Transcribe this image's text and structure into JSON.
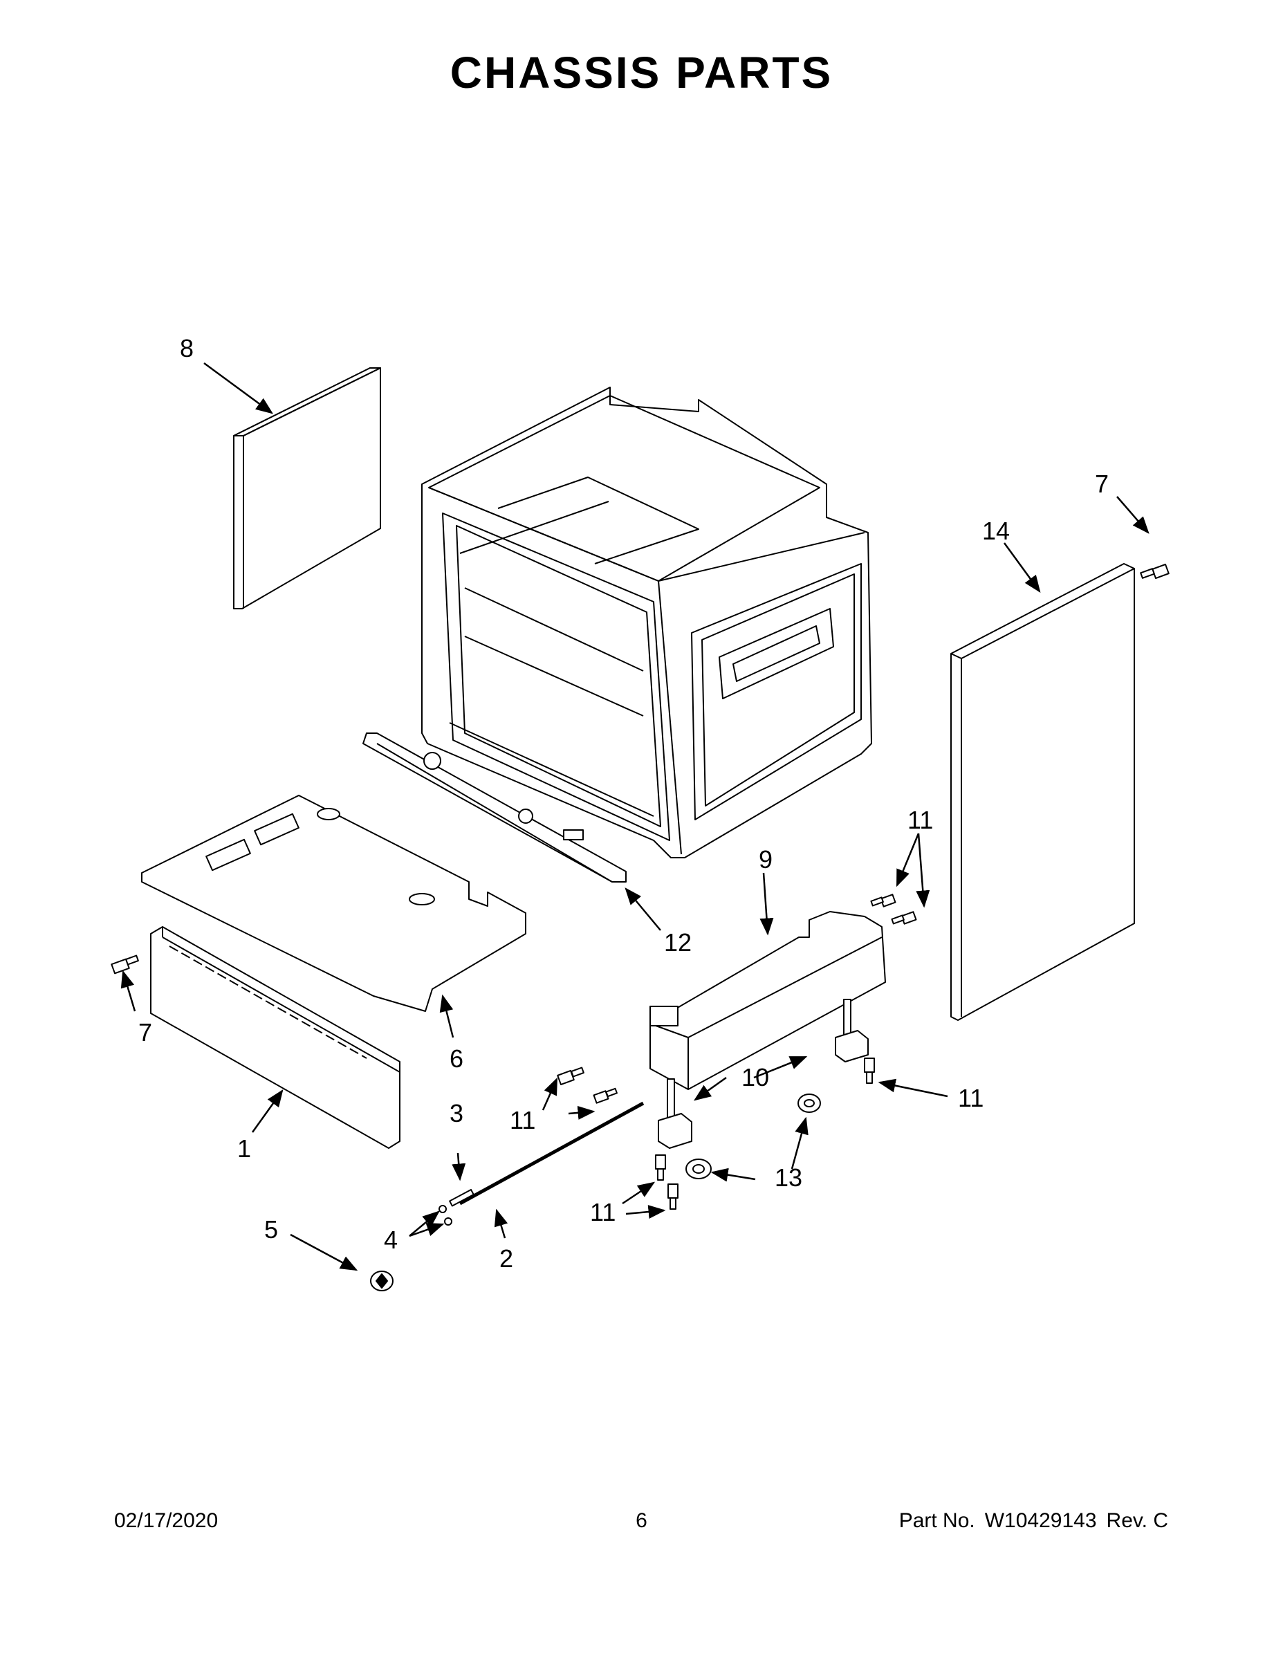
{
  "title": "CHASSIS PARTS",
  "callouts": {
    "c1": "1",
    "c2": "2",
    "c3": "3",
    "c4": "4",
    "c5": "5",
    "c6": "6",
    "c7a": "7",
    "c7b": "7",
    "c8": "8",
    "c9": "9",
    "c10": "10",
    "c11a": "11",
    "c11b": "11",
    "c11c": "11",
    "c11d": "11",
    "c12": "12",
    "c13": "13",
    "c14": "14"
  },
  "footer": {
    "date": "02/17/2020",
    "page": "6",
    "part_label": "Part No.",
    "part_number": "W10429143",
    "revision": "Rev. C"
  }
}
